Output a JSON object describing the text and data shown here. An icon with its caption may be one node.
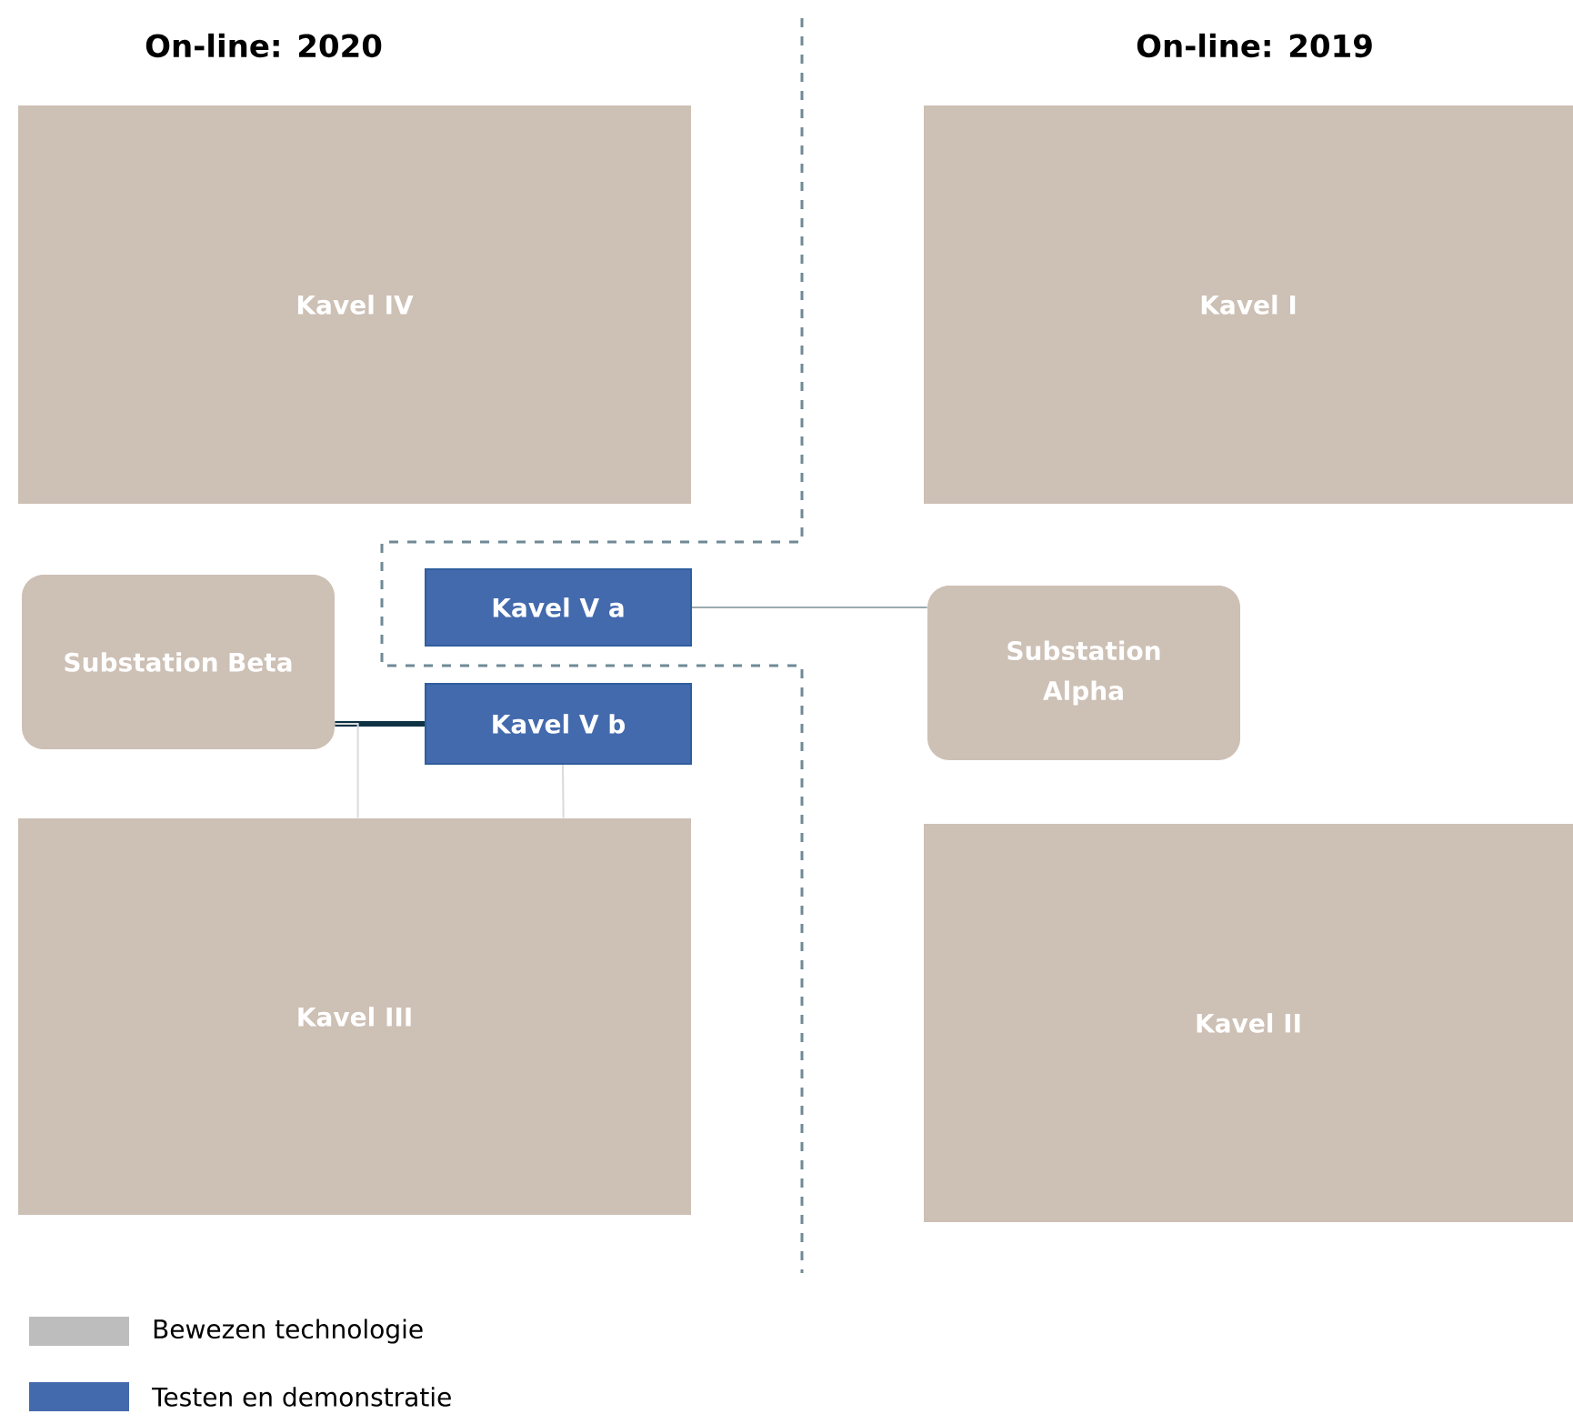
{
  "diagram": {
    "nodes": [
      {
        "text": [
          "Kavel IV"
        ]
      },
      {
        "text": [
          "Kavel I"
        ]
      },
      {
        "text": [
          "Substation Beta"
        ]
      },
      {
        "text": [
          "Kavel V a"
        ]
      },
      {
        "text": [
          "Kavel V b"
        ]
      },
      {
        "text": [
          "Substation Alpha"
        ]
      },
      {
        "text": [
          "Kavel III"
        ]
      },
      {
        "text": [
          "Kavel II"
        ]
      }
    ],
    "edges": [
      {
        "from": 3,
        "to": 5,
        "arrow": "none",
        "color": "#9aa9b0"
      },
      {
        "from": 2,
        "to": 4,
        "arrow": "none",
        "style": "thick",
        "color": "#0d3345"
      },
      {
        "from": 2,
        "to": 6,
        "arrow": "none"
      },
      {
        "from": 4,
        "to": 6,
        "arrow": "none"
      }
    ],
    "labels": [
      "On-line: 2020",
      "On-line: 2019"
    ],
    "legend": [
      {
        "text": "Bewezen technologie",
        "color": "#bdbdbd"
      },
      {
        "text": "Testen en demonstratie",
        "color": "#436aad"
      }
    ]
  }
}
